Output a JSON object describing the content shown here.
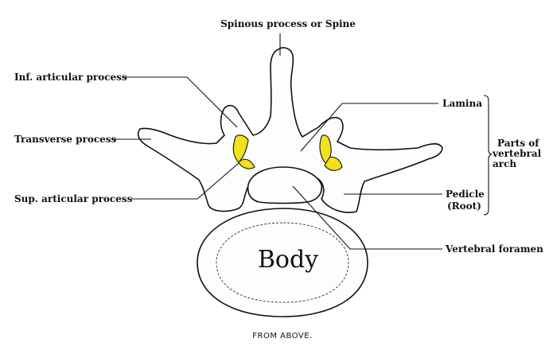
{
  "labels": {
    "spinous": "Spinous process or Spine",
    "inf_articular": "Inf. articular process",
    "transverse": "Transverse process",
    "sup_articular": "Sup. articular process",
    "lamina": "Lamina",
    "parts_line1": "Parts of",
    "parts_line2": "vertebral",
    "parts_line3": "arch",
    "pedicle": "Pedicle",
    "root": "(Root)",
    "foramen": "Vertebral foramen",
    "body": "Body",
    "caption": "FROM ABOVE."
  },
  "colors": {
    "facet": "#f2e11b",
    "line": "#111111"
  }
}
